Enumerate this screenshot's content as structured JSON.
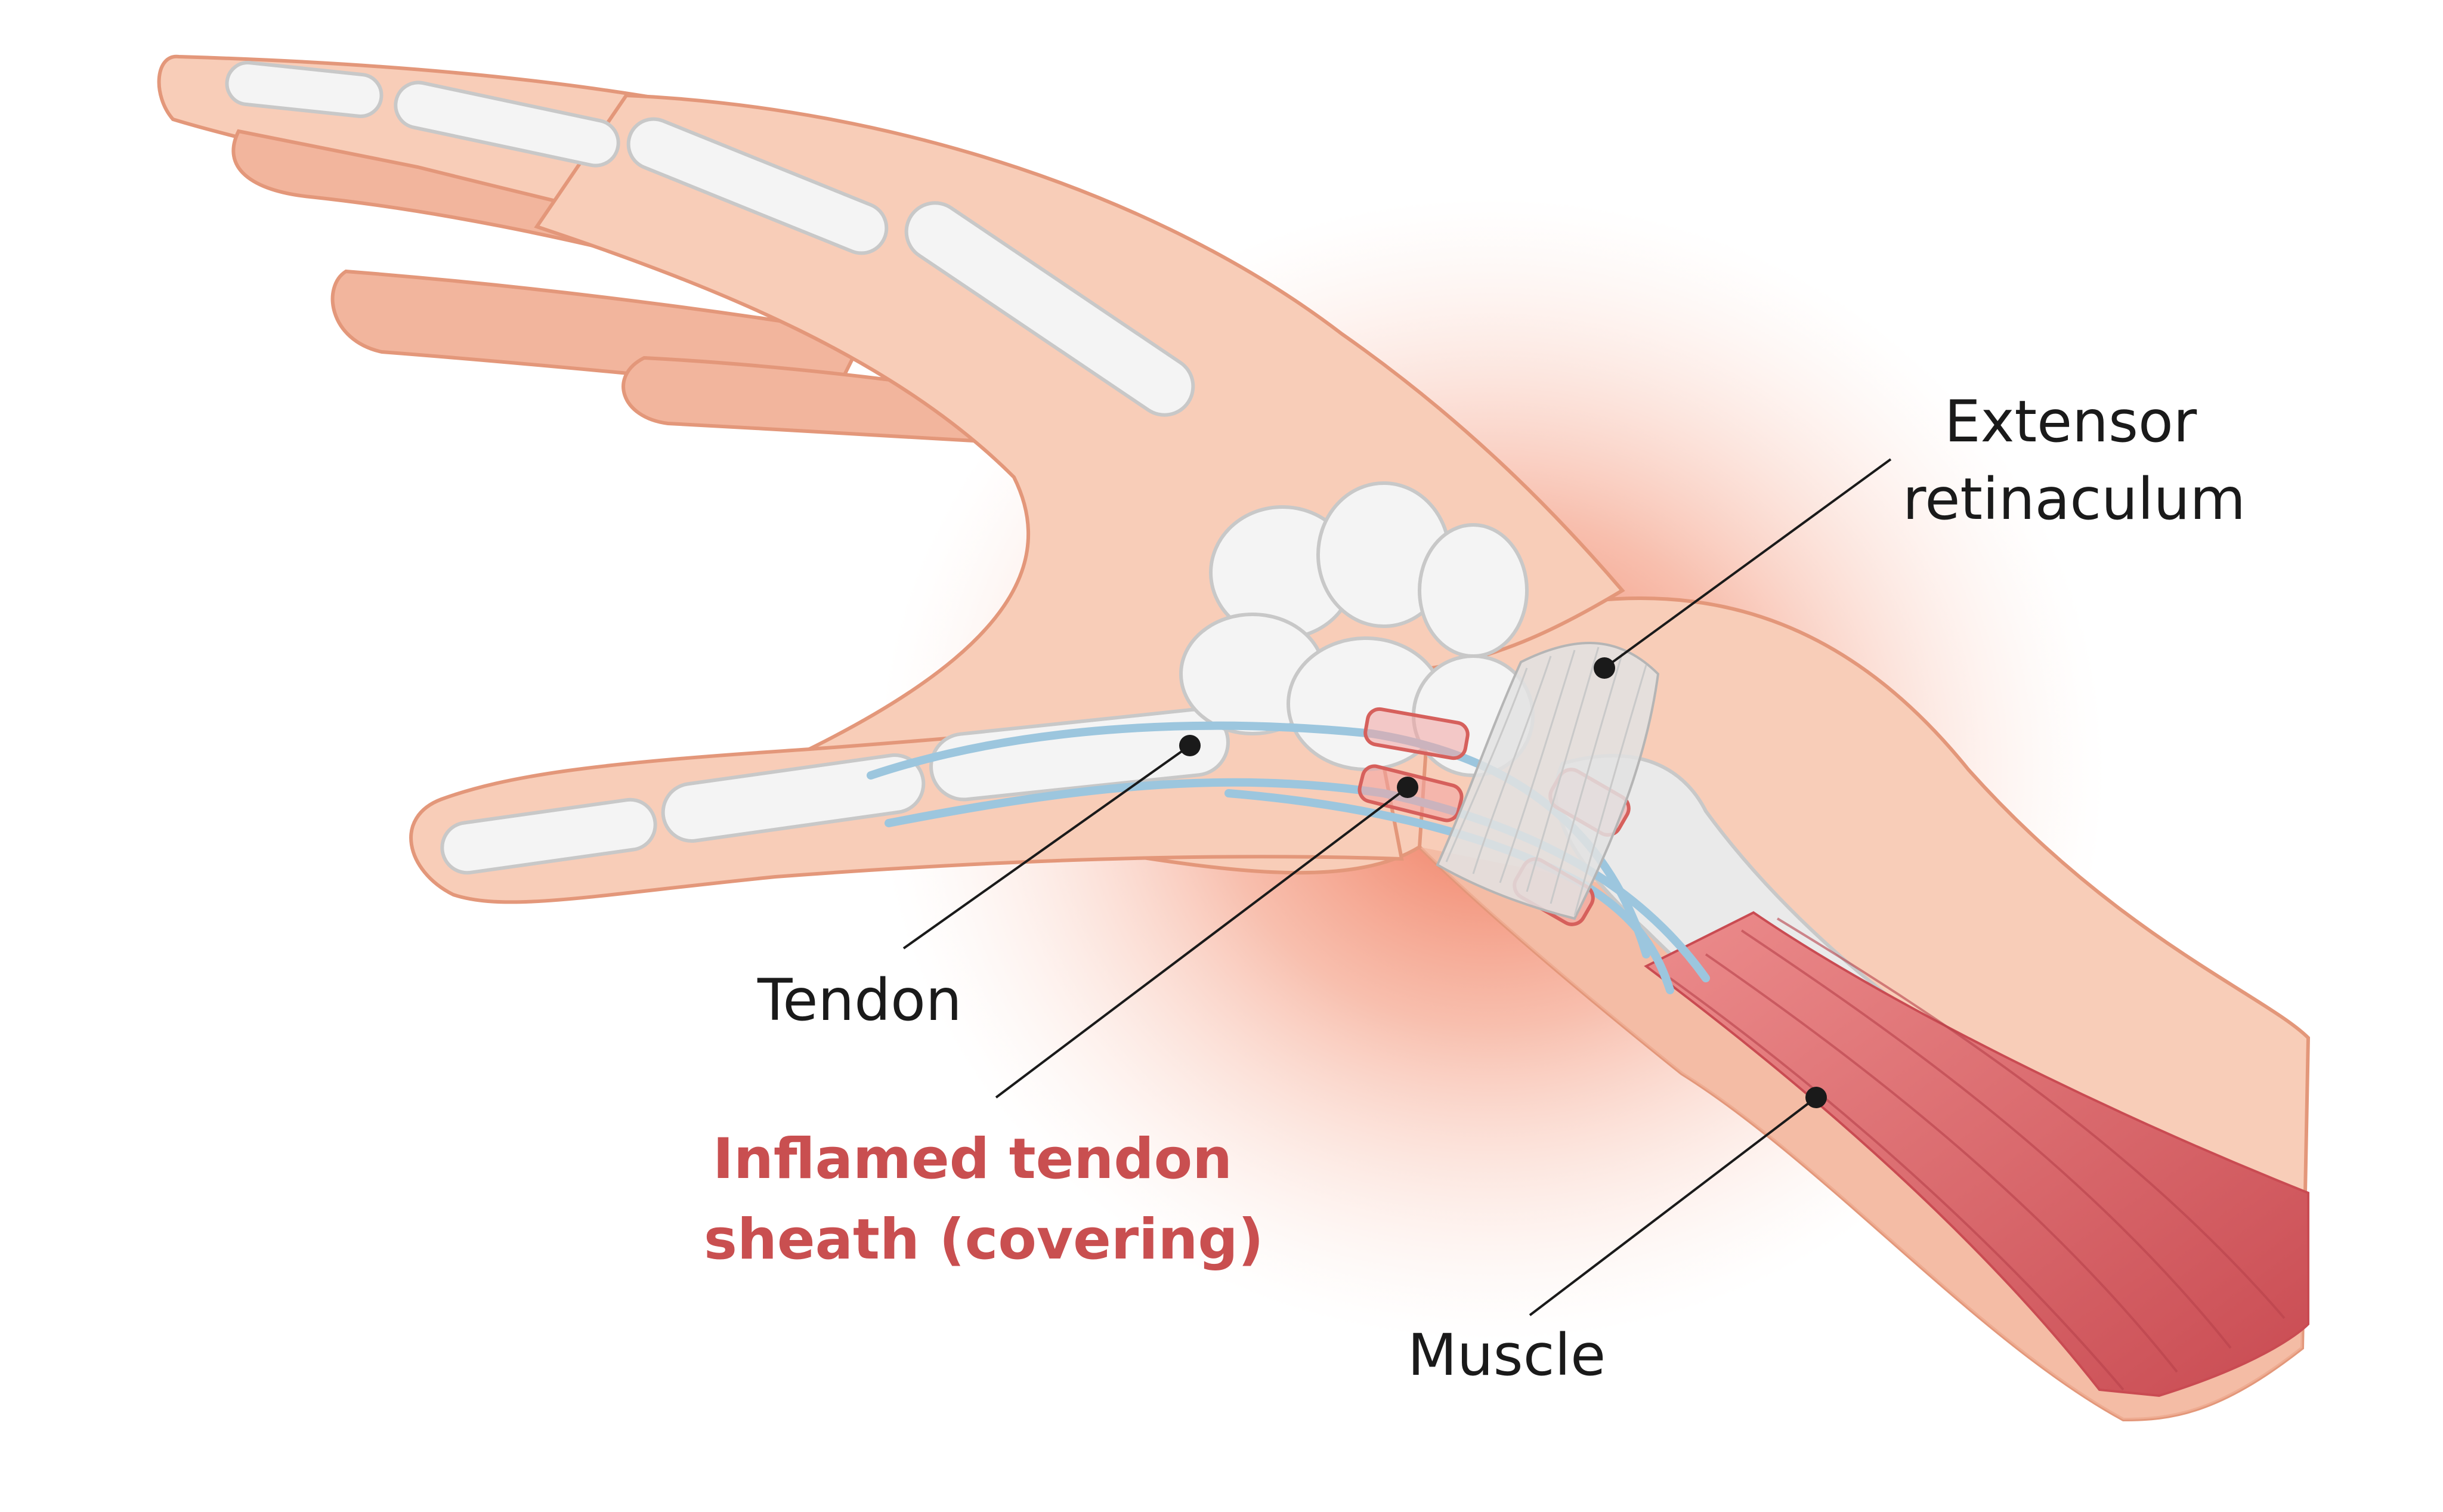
{
  "labels": {
    "extensor_line1": "Extensor",
    "extensor_line2": "retinaculum",
    "tendon": "Tendon",
    "inflamed_line1": "Inflamed tendon",
    "inflamed_line2": "sheath (covering)",
    "muscle": "Muscle"
  },
  "colors": {
    "background": "#ffffff",
    "skin": "#f8cdb8",
    "skin_shadow": "#f2b59d",
    "skin_outline": "#e3977a",
    "bone": "#f4f4f4",
    "bone_outline": "#c8c8c8",
    "tendon": "#9cc6de",
    "muscle": "#e5767a",
    "muscle_dark": "#c94b52",
    "inflammation": "#ee6a4c",
    "highlight_text": "#c94f50",
    "text": "#1a1a1a"
  }
}
